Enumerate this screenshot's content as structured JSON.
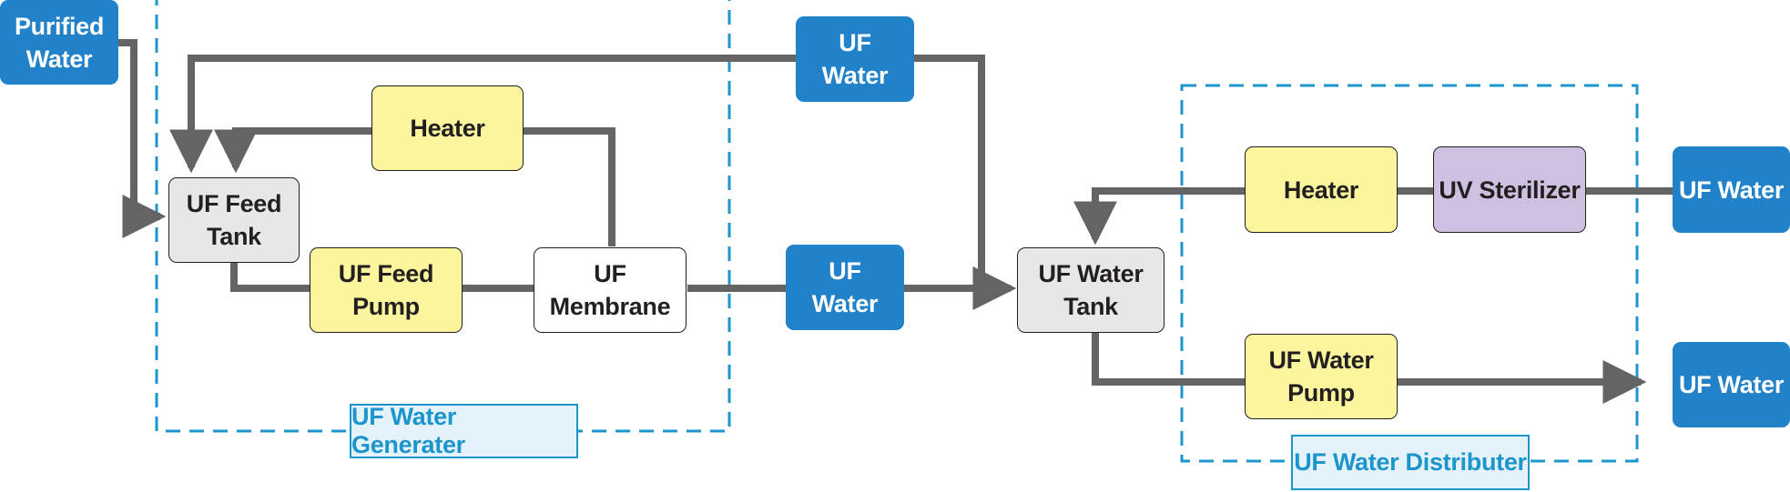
{
  "diagram": {
    "nodes": {
      "purified_water": "Purified\nWater",
      "uf_water_return": "UF\nWater",
      "heater_generator": "Heater",
      "uf_feed_tank": "UF Feed\nTank",
      "uf_feed_pump": "UF Feed\nPump",
      "uf_membrane": "UF\nMembrane",
      "uf_water_mid": "UF\nWater",
      "uf_water_tank": "UF Water\nTank",
      "heater_distributor": "Heater",
      "uv_sterilizer": "UV Sterilizer",
      "uf_water_out_top": "UF Water",
      "uf_water_pump": "UF Water\nPump",
      "uf_water_out_bottom": "UF Water"
    },
    "groups": {
      "generator": "UF Water Generater",
      "distributor": "UF Water Distributer"
    },
    "colors": {
      "blue_box": "#2182c9",
      "yellow_box": "#fbf59d",
      "gray_box": "#e7e7e8",
      "purple_box": "#cdc0e1",
      "white_box": "#ffffff",
      "pipe": "#646464",
      "group_border": "#1b95cc",
      "group_label_fill": "#e4f2fb"
    }
  }
}
